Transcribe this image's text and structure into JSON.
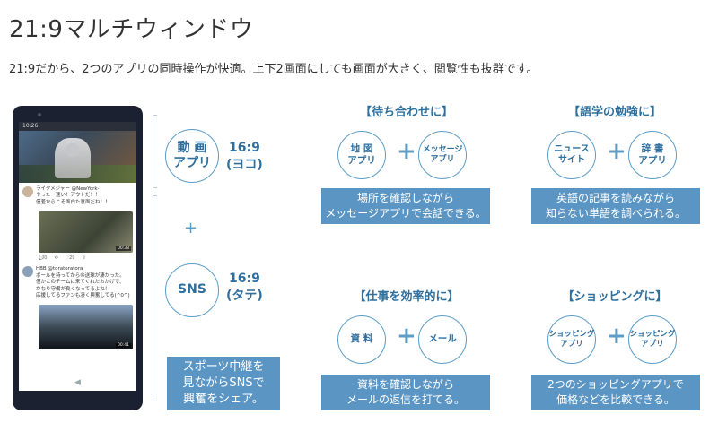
{
  "page": {
    "title": "21:9マルチウィンドウ",
    "lead": "21:9だから、2つのアプリの同時操作が快適。上下2画面にしても画面が大きく、閲覧性も抜群です。"
  },
  "phone": {
    "status_time": "10:26",
    "post1": {
      "name": "ライクメジャー @NewYork-",
      "text1": "やったー速い！アウトだ！！",
      "text2": "僅差からこそ面白た意面だね！！",
      "duration": "00:38"
    },
    "post2": {
      "name": "HBB @toratoratora",
      "text1": "ボールを持ってからの送球が凄かった。",
      "text2": "僅かこのチームに来てくれたおかげで、",
      "text3": "かなり守備が良くなってるよね！",
      "text4": "応援してるファンも凄く興奮してる(^0^)",
      "duration": "00:41"
    },
    "actions": [
      "0",
      "29",
      ""
    ]
  },
  "left_diagram": {
    "video_app": "動 画\nアプリ",
    "video_ratio": "16:9\n(ヨコ)",
    "plus": "+",
    "sns": "SNS",
    "sns_ratio": "16:9\n(タテ)",
    "note": "スポーツ中継を\n見ながらSNSで\n興奮をシェア。"
  },
  "examples": [
    {
      "caption": "【待ち合わせに】",
      "left": "地 図\nアプリ",
      "right": "メッセージ\nアプリ",
      "plus": "+",
      "note": "場所を確認しながら\nメッセージアプリで会話できる。"
    },
    {
      "caption": "【語学の勉強に】",
      "left": "ニュース\nサイト",
      "right": "辞 書\nアプリ",
      "plus": "+",
      "note": "英語の記事を読みながら\n知らない単語を調べられる。"
    },
    {
      "caption": "【仕事を効率的に】",
      "left": "資 料",
      "right": "メール",
      "plus": "+",
      "note": "資料を確認しながら\nメールの返信を打てる。"
    },
    {
      "caption": "【ショッピングに】",
      "left": "ショッピング\nアプリ",
      "right": "ショッピング\nアプリ",
      "plus": "+",
      "note": "2つのショッピングアプリで\n価格などを比較できる。"
    }
  ],
  "colors": {
    "accent": "#5a95c4",
    "text_accent": "#2e6f9e",
    "phone_body": "#1b2130"
  }
}
